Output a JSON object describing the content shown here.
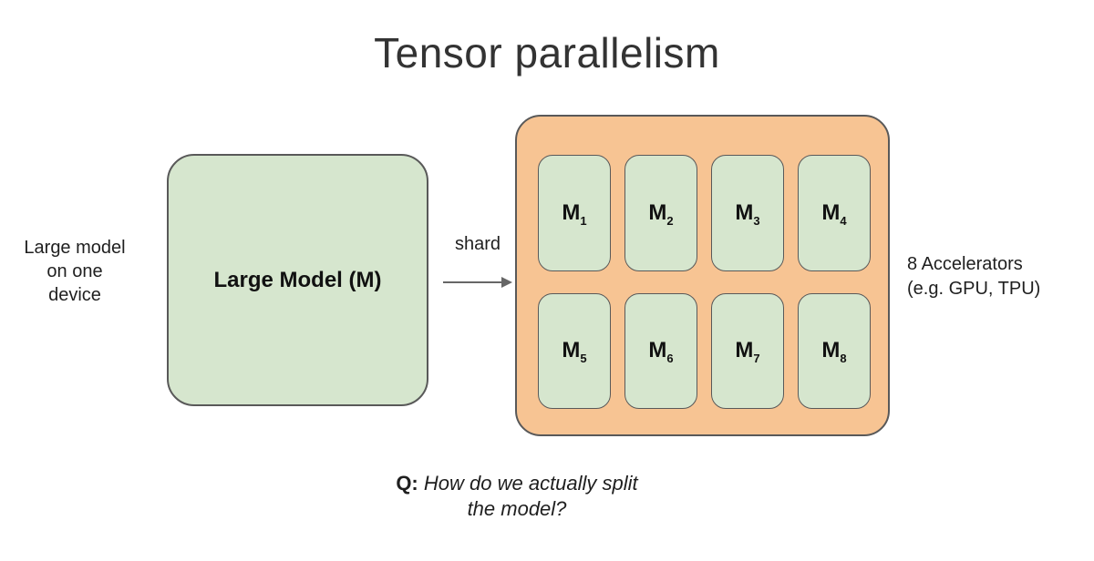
{
  "title": "Tensor parallelism",
  "left_note": "Large model\non one\ndevice",
  "model_box": {
    "label": "Large Model (M)"
  },
  "shard": {
    "label": "shard"
  },
  "accelerators": {
    "note": "8 Accelerators\n(e.g. GPU, TPU)",
    "cells": [
      {
        "base": "M",
        "sub": "1"
      },
      {
        "base": "M",
        "sub": "2"
      },
      {
        "base": "M",
        "sub": "3"
      },
      {
        "base": "M",
        "sub": "4"
      },
      {
        "base": "M",
        "sub": "5"
      },
      {
        "base": "M",
        "sub": "6"
      },
      {
        "base": "M",
        "sub": "7"
      },
      {
        "base": "M",
        "sub": "8"
      }
    ]
  },
  "question": {
    "prefix": "Q:",
    "text": "How do we actually split\nthe model?"
  },
  "colors": {
    "device_green": "#d6e6ce",
    "accelerator_orange": "#f7c493",
    "outline_gray": "#595959",
    "arrow_gray": "#666666"
  }
}
